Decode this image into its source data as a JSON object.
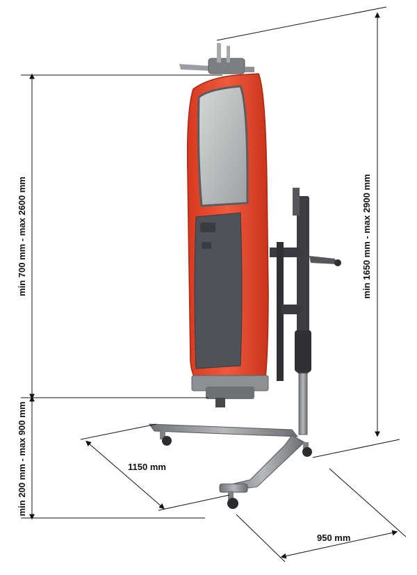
{
  "dimensions": {
    "door_height": "min 700 mm - max 2600 mm",
    "total_height": "min 1650 mm - max 2900 mm",
    "base_height": "min 200 mm - max 900 mm",
    "base_length": "1150 mm",
    "base_width": "950 mm"
  },
  "colors": {
    "door": "#e8472b",
    "door_shade": "#c8321c",
    "glass": "#b9bcbe",
    "panel": "#4d4f55",
    "metal": "#8c8f94",
    "column": "#3c3d42",
    "line": "#111111"
  }
}
